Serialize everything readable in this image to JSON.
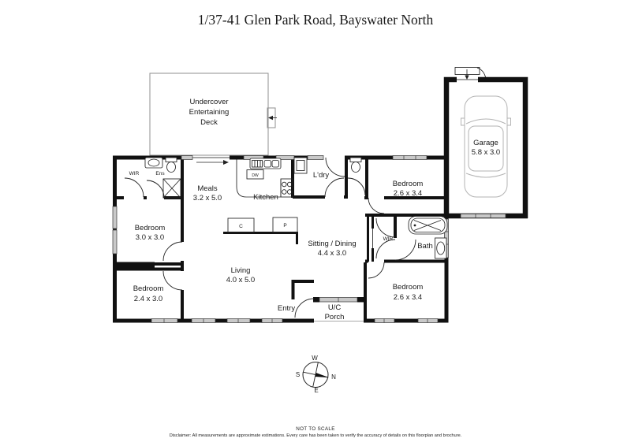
{
  "title": "1/37-41 Glen Park Road, Bayswater North",
  "rooms": {
    "deck": {
      "l1": "Undercover",
      "l2": "Entertaining",
      "l3": "Deck"
    },
    "garage": {
      "name": "Garage",
      "dims": "5.8 x 3.0"
    },
    "meals": {
      "name": "Meals",
      "dims": "3.2 x 5.0"
    },
    "kitchen": {
      "name": "Kitchen"
    },
    "laundry": {
      "name": "L'dry"
    },
    "bedroom_left": {
      "name": "Bedroom",
      "dims": "3.0 x 3.0"
    },
    "bedroom_bottom_left": {
      "name": "Bedroom",
      "dims": "2.4 x 3.0"
    },
    "bedroom_top_right": {
      "name": "Bedroom",
      "dims": "2.6 x 3.4"
    },
    "bedroom_bottom_right": {
      "name": "Bedroom",
      "dims": "2.6 x 3.4"
    },
    "living": {
      "name": "Living",
      "dims": "4.0 x 5.0"
    },
    "sitting": {
      "name": "Sitting / Dining",
      "dims": "4.4 x 3.0"
    },
    "bath": {
      "name": "Bath"
    },
    "entry": {
      "name": "Entry"
    },
    "porch": {
      "l1": "U/C",
      "l2": "Porch"
    },
    "wir_ensuite": "WIR",
    "ensuite": "Ens",
    "wir_bath": "WIR",
    "dishwasher": "DW",
    "cupboard": "C",
    "pantry": "P"
  },
  "compass": {
    "n": "N",
    "s": "S",
    "e": "E",
    "w": "W"
  },
  "footer": {
    "scale_note": "NOT TO SCALE",
    "disclaimer": "Disclaimer: All measurements are approximate estimations. Every care has been taken to verify the accuracy of details on this floorplan and brochure."
  },
  "colors": {
    "wall": "#111111",
    "window": "#c9c9c9",
    "deck_outline": "#8f8f8f",
    "car_outline": "#b3b3b3"
  }
}
